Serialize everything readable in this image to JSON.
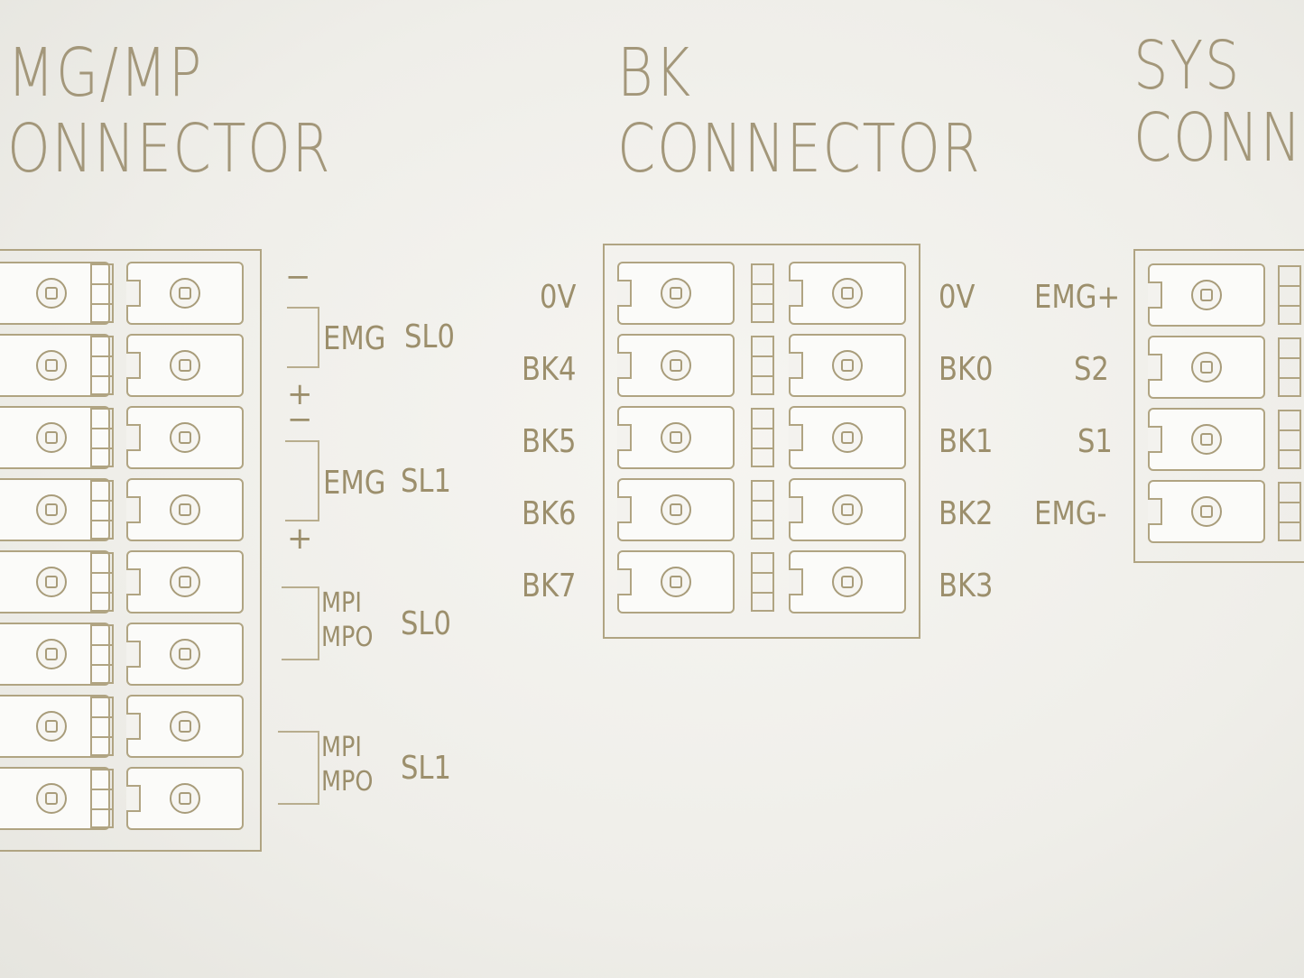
{
  "sections": {
    "emg_mp": {
      "title_line1": "MG/MP",
      "title_line2": "ONNECTOR"
    },
    "bk": {
      "title_line1": "BK",
      "title_line2": "CONNECTOR"
    },
    "sys": {
      "title_line1": "SYS",
      "title_line2": "CONNE"
    }
  },
  "emg_labels": {
    "minus1": "−",
    "plus1": "+",
    "minus2": "−",
    "plus2": "+",
    "emg1": "EMG",
    "sl0_a": "SL0",
    "emg2": "EMG",
    "sl1_a": "SL1",
    "mpi1": "MPI",
    "mpo1": "MPO",
    "sl0_b": "SL0",
    "mpi2": "MPI",
    "mpo2": "MPO",
    "sl1_b": "SL1"
  },
  "bk_left_labels": [
    "0V",
    "BK4",
    "BK5",
    "BK6",
    "BK7"
  ],
  "bk_right_labels": [
    "0V",
    "BK0",
    "BK1",
    "BK2",
    "BK3"
  ],
  "sys_labels": [
    "EMG+",
    "S2",
    "S1",
    "EMG-"
  ],
  "colors": {
    "ink": "#9c8f6c",
    "panel": "#f3f2ee"
  }
}
